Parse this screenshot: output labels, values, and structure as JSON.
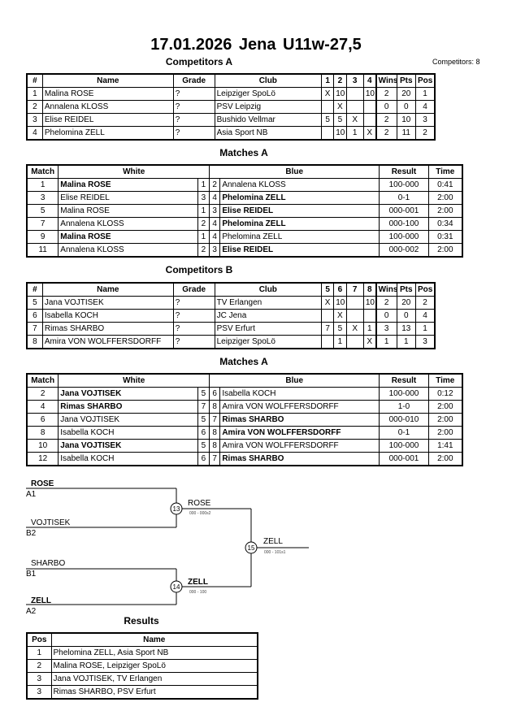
{
  "title": "17.01.2026  Jena   U11w-27,5",
  "competitors_count": "Competitors: 8",
  "competitors_headers": [
    "#",
    "Name",
    "Grade",
    "Club"
  ],
  "stat_headers": [
    "Wins",
    "Pts",
    "Pos"
  ],
  "pool_a": {
    "heading": "Competitors A",
    "round_headers": [
      "1",
      "2",
      "3",
      "4"
    ],
    "rows": [
      {
        "num": "1",
        "name": "Malina ROSE",
        "grade": "?",
        "club": "Leipziger SpoLö",
        "r": [
          "X",
          "10",
          "",
          "10"
        ],
        "wins": "2",
        "pts": "20",
        "pos": "1"
      },
      {
        "num": "2",
        "name": "Annalena KLOSS",
        "grade": "?",
        "club": "PSV Leipzig",
        "r": [
          "",
          "X",
          "",
          ""
        ],
        "wins": "0",
        "pts": "0",
        "pos": "4"
      },
      {
        "num": "3",
        "name": "Elise REIDEL",
        "grade": "?",
        "club": "Bushido Vellmar",
        "r": [
          "5",
          "5",
          "X",
          ""
        ],
        "wins": "2",
        "pts": "10",
        "pos": "3"
      },
      {
        "num": "4",
        "name": "Phelomina ZELL",
        "grade": "?",
        "club": "Asia Sport NB",
        "r": [
          "",
          "10",
          "1",
          "X"
        ],
        "wins": "2",
        "pts": "11",
        "pos": "2"
      }
    ]
  },
  "matches_headers": [
    "Match",
    "White",
    "Blue",
    "Result",
    "Time"
  ],
  "matches_a": {
    "heading": "Matches A",
    "rows": [
      {
        "match": "1",
        "white": "Malina ROSE",
        "wn": "1",
        "bn": "2",
        "blue": "Annalena KLOSS",
        "result": "100-000",
        "time": "0:41",
        "winner": "white"
      },
      {
        "match": "3",
        "white": "Elise REIDEL",
        "wn": "3",
        "bn": "4",
        "blue": "Phelomina ZELL",
        "result": "0-1",
        "time": "2:00",
        "winner": "blue"
      },
      {
        "match": "5",
        "white": "Malina ROSE",
        "wn": "1",
        "bn": "3",
        "blue": "Elise REIDEL",
        "result": "000-001",
        "time": "2:00",
        "winner": "blue"
      },
      {
        "match": "7",
        "white": "Annalena KLOSS",
        "wn": "2",
        "bn": "4",
        "blue": "Phelomina ZELL",
        "result": "000-100",
        "time": "0:34",
        "winner": "blue"
      },
      {
        "match": "9",
        "white": "Malina ROSE",
        "wn": "1",
        "bn": "4",
        "blue": "Phelomina ZELL",
        "result": "100-000",
        "time": "0:31",
        "winner": "white"
      },
      {
        "match": "11",
        "white": "Annalena KLOSS",
        "wn": "2",
        "bn": "3",
        "blue": "Elise REIDEL",
        "result": "000-002",
        "time": "2:00",
        "winner": "blue"
      }
    ]
  },
  "pool_b": {
    "heading": "Competitors B",
    "round_headers": [
      "5",
      "6",
      "7",
      "8"
    ],
    "rows": [
      {
        "num": "5",
        "name": "Jana VOJTISEK",
        "grade": "?",
        "club": "TV Erlangen",
        "r": [
          "X",
          "10",
          "",
          "10"
        ],
        "wins": "2",
        "pts": "20",
        "pos": "2"
      },
      {
        "num": "6",
        "name": "Isabella KOCH",
        "grade": "?",
        "club": "JC Jena",
        "r": [
          "",
          "X",
          "",
          ""
        ],
        "wins": "0",
        "pts": "0",
        "pos": "4"
      },
      {
        "num": "7",
        "name": "Rimas SHARBO",
        "grade": "?",
        "club": "PSV Erfurt",
        "r": [
          "7",
          "5",
          "X",
          "1"
        ],
        "wins": "3",
        "pts": "13",
        "pos": "1"
      },
      {
        "num": "8",
        "name": "Amira VON WOLFFERSDORFF",
        "grade": "?",
        "club": "Leipziger SpoLö",
        "r": [
          "",
          "1",
          "",
          "X"
        ],
        "wins": "1",
        "pts": "1",
        "pos": "3"
      }
    ]
  },
  "matches_b": {
    "heading": "Matches A",
    "rows": [
      {
        "match": "2",
        "white": "Jana VOJTISEK",
        "wn": "5",
        "bn": "6",
        "blue": "Isabella KOCH",
        "result": "100-000",
        "time": "0:12",
        "winner": "white"
      },
      {
        "match": "4",
        "white": "Rimas SHARBO",
        "wn": "7",
        "bn": "8",
        "blue": "Amira VON WOLFFERSDORFF",
        "result": "1-0",
        "time": "2:00",
        "winner": "white"
      },
      {
        "match": "6",
        "white": "Jana VOJTISEK",
        "wn": "5",
        "bn": "7",
        "blue": "Rimas SHARBO",
        "result": "000-010",
        "time": "2:00",
        "winner": "blue"
      },
      {
        "match": "8",
        "white": "Isabella KOCH",
        "wn": "6",
        "bn": "8",
        "blue": "Amira VON WOLFFERSDORFF",
        "result": "0-1",
        "time": "2:00",
        "winner": "blue"
      },
      {
        "match": "10",
        "white": "Jana VOJTISEK",
        "wn": "5",
        "bn": "8",
        "blue": "Amira VON WOLFFERSDORFF",
        "result": "100-000",
        "time": "1:41",
        "winner": "white"
      },
      {
        "match": "12",
        "white": "Isabella KOCH",
        "wn": "6",
        "bn": "7",
        "blue": "Rimas SHARBO",
        "result": "000-001",
        "time": "2:00",
        "winner": "blue"
      }
    ]
  },
  "bracket": {
    "sf1": {
      "top_name": "ROSE",
      "top_seed": "A1",
      "bottom_name": "VOJTISEK",
      "bottom_seed": "B2",
      "match": "13",
      "winner": "ROSE",
      "score": "000 - 000s2"
    },
    "sf2": {
      "top_name": "SHARBO",
      "top_seed": "B1",
      "bottom_name": "ZELL",
      "bottom_seed": "A2",
      "match": "14",
      "winner": "ZELL",
      "score": "000 - 100"
    },
    "final": {
      "match": "15",
      "winner": "ZELL",
      "score": "000 - 101s1"
    }
  },
  "results": {
    "heading": "Results",
    "headers": [
      "Pos",
      "Name"
    ],
    "rows": [
      {
        "pos": "1",
        "name": "Phelomina ZELL, Asia Sport NB"
      },
      {
        "pos": "2",
        "name": "Malina ROSE, Leipziger SpoLö"
      },
      {
        "pos": "3",
        "name": "Jana VOJTISEK, TV Erlangen"
      },
      {
        "pos": "3",
        "name": "Rimas SHARBO, PSV Erfurt"
      }
    ]
  }
}
